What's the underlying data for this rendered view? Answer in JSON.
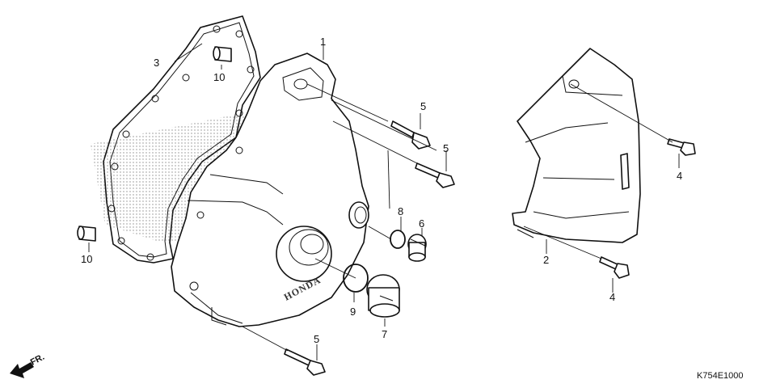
{
  "diagram": {
    "code": "K754E1000",
    "direction_label": "FR.",
    "brand_text": "HONDA",
    "callouts": [
      "1",
      "2",
      "3",
      "4",
      "4",
      "5",
      "5",
      "5",
      "6",
      "7",
      "8",
      "9",
      "10",
      "10"
    ]
  }
}
